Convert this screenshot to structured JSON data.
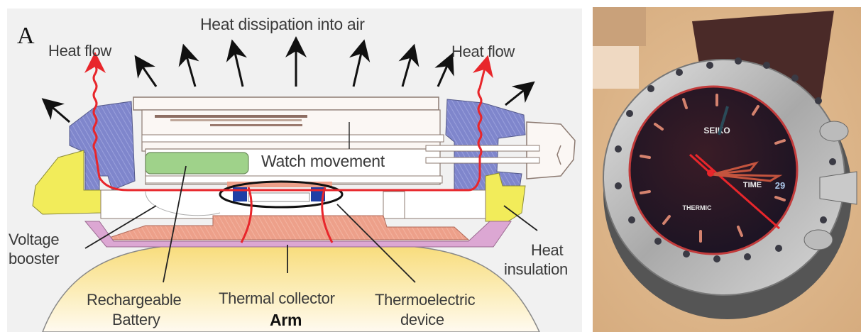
{
  "figure": {
    "panel_label": "A",
    "diagram": {
      "title_top": "Heat dissipation into air",
      "heat_flow_left": "Heat flow",
      "heat_flow_right": "Heat flow",
      "watch_movement": "Watch movement",
      "voltage_booster_line1": "Voltage",
      "voltage_booster_line2": "booster",
      "rechargeable_battery_line1": "Rechargeable",
      "rechargeable_battery_line2": "Battery",
      "thermal_collector": "Thermal collector",
      "thermoelectric_device_line1": "Thermoelectric",
      "thermoelectric_device_line2": "device",
      "heat_insulation_line1": "Heat",
      "heat_insulation_line2": "insulation",
      "arm": "Arm"
    },
    "photo": {
      "brand_text": "SEIKO",
      "dial_text": "THERMIC",
      "date_window_label": "TIME",
      "date_window_value": "29"
    },
    "colors": {
      "background": "#f1f1f1",
      "case_blue": "#7f86cc",
      "insulation_yellow": "#f2ec5a",
      "battery_green": "#9fd28a",
      "collector_salmon": "#eda08a",
      "base_pink": "#dca7d3",
      "heat_flow_red": "#e8262b",
      "arm_yellow": "#fbe7a0",
      "te_blue": "#1e3fa6"
    }
  }
}
